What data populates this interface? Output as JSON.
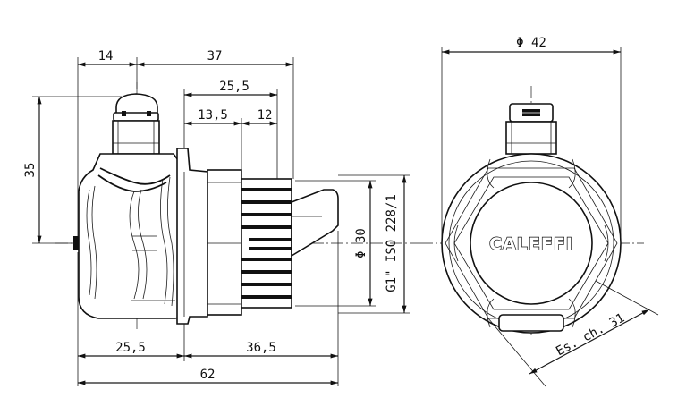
{
  "dimensions": {
    "d14": "14",
    "d37": "37",
    "d25_5_top": "25,5",
    "d13_5": "13,5",
    "d12": "12",
    "d35": "35",
    "d30": "Φ 30",
    "thread": "G1\" ISO 228/1",
    "d25_5_bottom": "25,5",
    "d36_5": "36,5",
    "d62": "62",
    "d42": "Φ 42",
    "wrench": "Es. ch. 31"
  },
  "brand": {
    "logo_text": "CALEFFI"
  },
  "colors": {
    "line": "#111111",
    "background": "#ffffff"
  }
}
